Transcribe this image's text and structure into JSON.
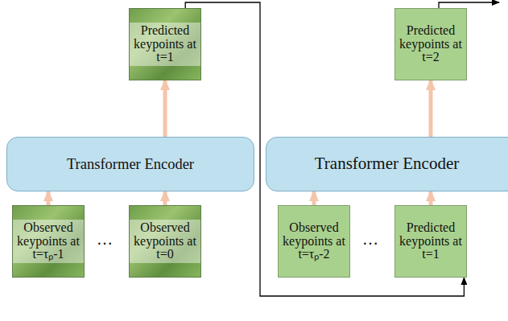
{
  "diagram": {
    "nodes": [
      {
        "text": [
          "Predicted keypoints at t=1"
        ]
      },
      {
        "text": [
          "Transformer Encoder"
        ]
      },
      {
        "text": [
          "Observed keypoints at t=τₚ-1"
        ]
      },
      {
        "text": [
          "Observed keypoints at t=0"
        ]
      },
      {
        "text": [
          "Predicted keypoints at t=2"
        ]
      },
      {
        "text": [
          "Transformer Encoder"
        ]
      },
      {
        "text": [
          "Observed keypoints at t=τₚ-2"
        ]
      },
      {
        "text": [
          "Predicted keypoints at t=1"
        ]
      }
    ],
    "edges": [
      {
        "from": 2,
        "to": 1,
        "arrow": "to"
      },
      {
        "from": 3,
        "to": 1,
        "arrow": "to"
      },
      {
        "from": 1,
        "to": 0,
        "arrow": "to"
      },
      {
        "from": 0,
        "to": 7,
        "arrow": "to"
      },
      {
        "from": 6,
        "to": 5,
        "arrow": "to"
      },
      {
        "from": 7,
        "to": 5,
        "arrow": "to"
      },
      {
        "from": 5,
        "to": 4,
        "arrow": "to"
      }
    ],
    "labels": [
      "…",
      "…"
    ]
  }
}
